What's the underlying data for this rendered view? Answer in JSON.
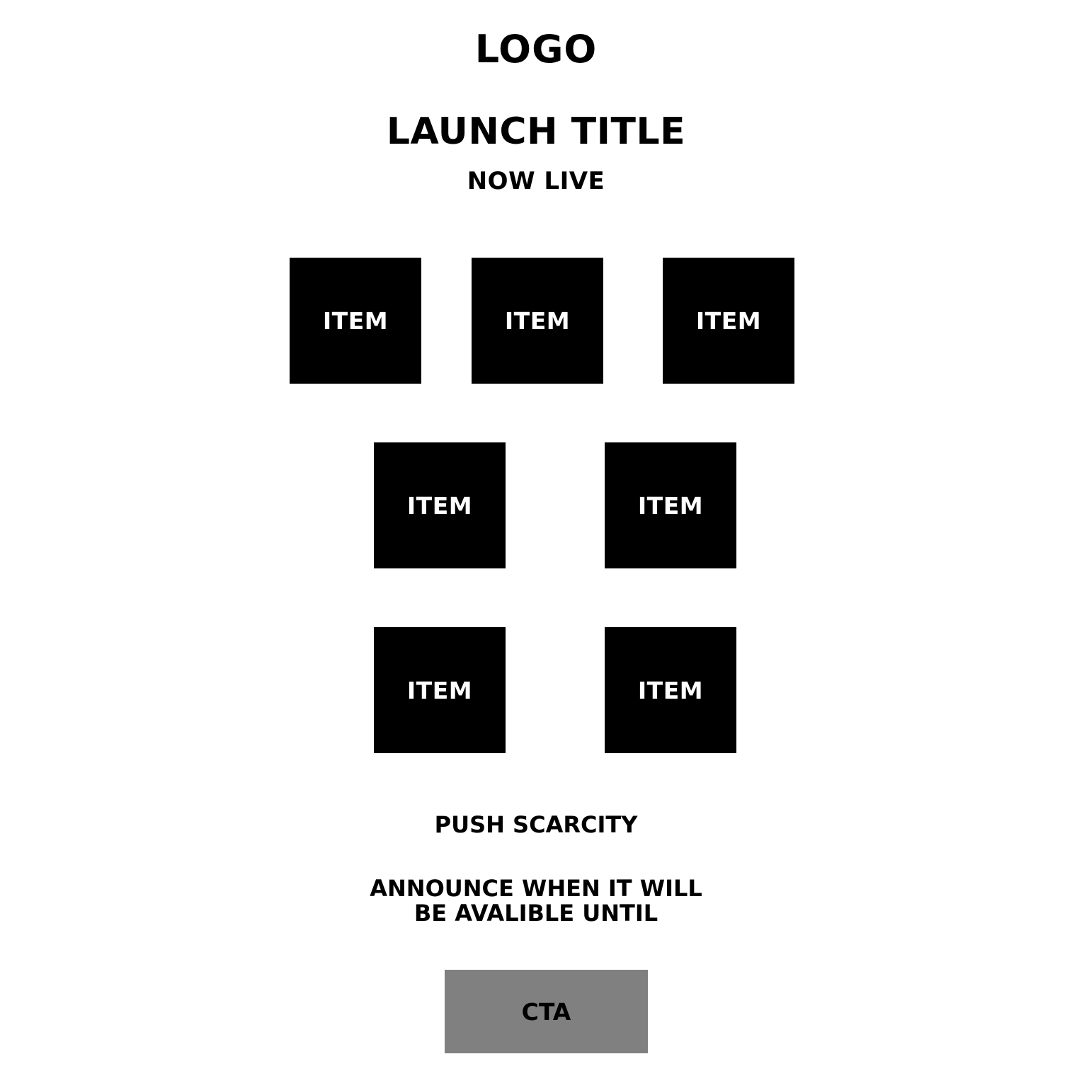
{
  "header": {
    "logo": "LOGO",
    "title": "LAUNCH TITLE",
    "subtitle": "NOW LIVE"
  },
  "items": [
    {
      "label": "ITEM"
    },
    {
      "label": "ITEM"
    },
    {
      "label": "ITEM"
    },
    {
      "label": "ITEM"
    },
    {
      "label": "ITEM"
    },
    {
      "label": "ITEM"
    },
    {
      "label": "ITEM"
    }
  ],
  "scarcity": {
    "heading": "PUSH SCARCITY",
    "announce_line1": "ANNOUNCE WHEN IT WILL",
    "announce_line2": "BE AVALIBLE UNTIL"
  },
  "cta": {
    "label": "CTA"
  },
  "colors": {
    "item_background": "#000000",
    "item_text": "#ffffff",
    "cta_background": "#808080",
    "page_background": "#ffffff"
  }
}
